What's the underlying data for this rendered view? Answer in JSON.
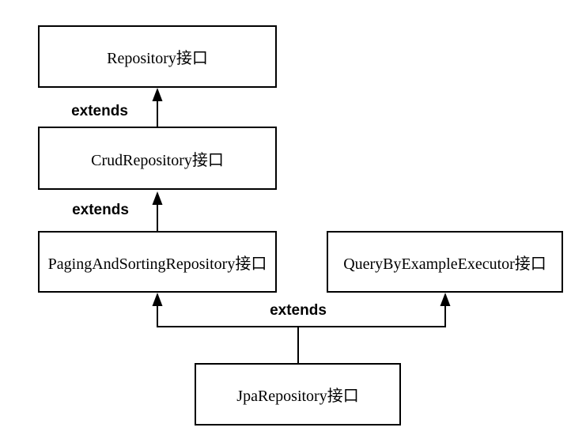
{
  "diagram": {
    "nodes": [
      {
        "id": "repository",
        "label": "Repository接口"
      },
      {
        "id": "crud",
        "label": "CrudRepository接口"
      },
      {
        "id": "paging",
        "label": "PagingAndSortingRepository接口"
      },
      {
        "id": "query",
        "label": "QueryByExampleExecutor接口"
      },
      {
        "id": "jpa",
        "label": "JpaRepository接口"
      }
    ],
    "edges": [
      {
        "from": "crud",
        "to": "repository",
        "label": "extends"
      },
      {
        "from": "paging",
        "to": "crud",
        "label": "extends"
      },
      {
        "from": "jpa",
        "to": "paging-and-query",
        "label": "extends"
      }
    ],
    "colors": {
      "line": "#000000",
      "background": "#ffffff",
      "box_fill": "#ffffff"
    }
  }
}
